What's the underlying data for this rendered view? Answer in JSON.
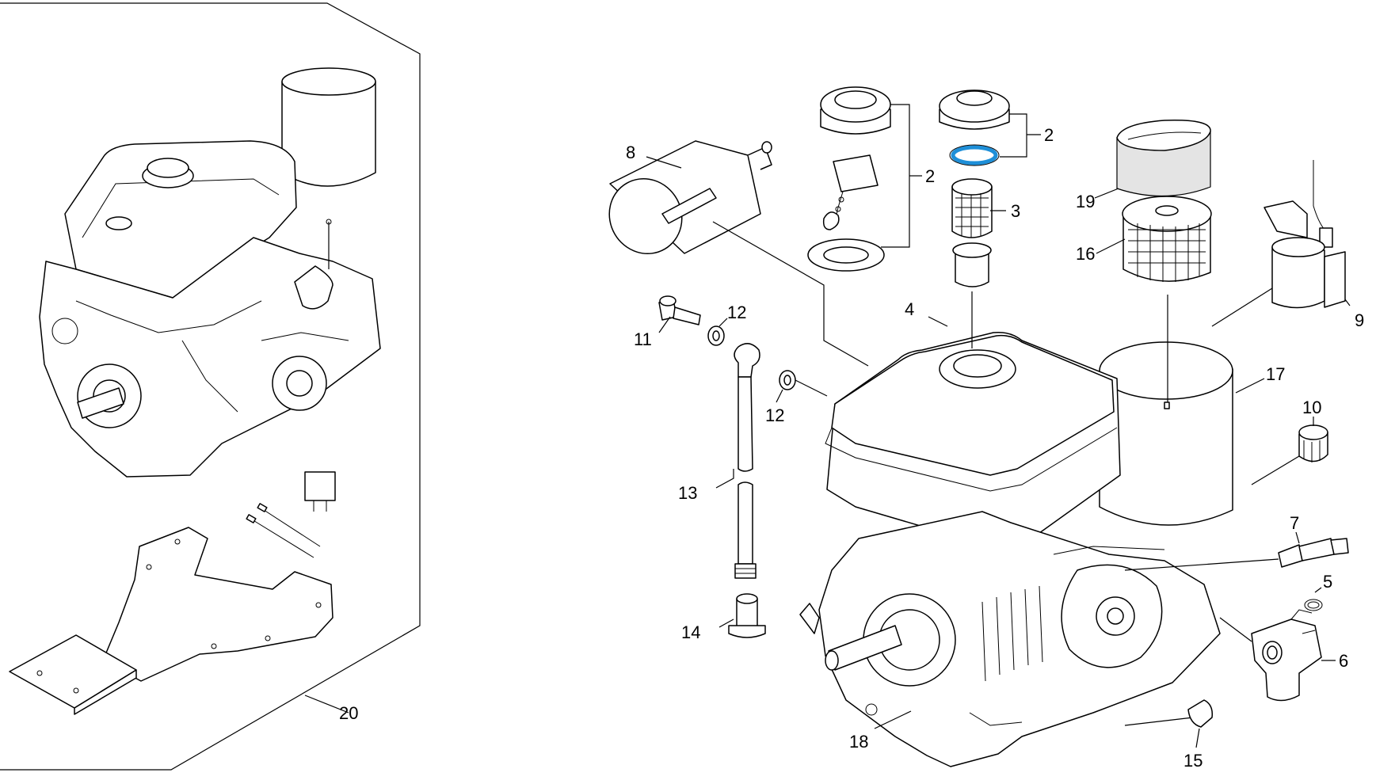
{
  "callouts": {
    "c2a": "2",
    "c2b": "2",
    "c3": "3",
    "c4": "4",
    "c5": "5",
    "c6": "6",
    "c7": "7",
    "c8": "8",
    "c9": "9",
    "c10": "10",
    "c11": "11",
    "c12a": "12",
    "c12b": "12",
    "c13": "13",
    "c14": "14",
    "c15": "15",
    "c16": "16",
    "c17": "17",
    "c18": "18",
    "c19": "19",
    "c20": "20"
  },
  "colors": {
    "highlight": "#1e8fd8",
    "line": "#000000"
  }
}
